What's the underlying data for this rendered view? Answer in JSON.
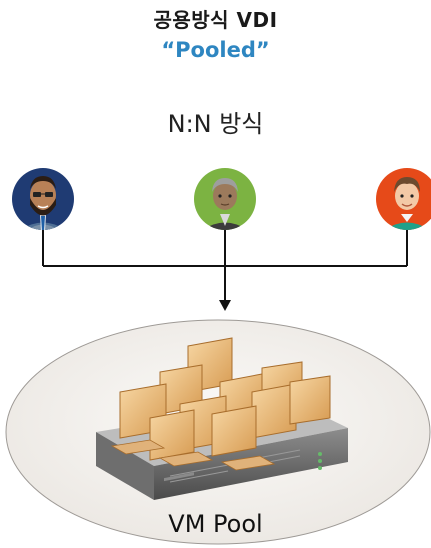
{
  "header": {
    "title": "공용방식 VDI",
    "subtitle": "“Pooled”",
    "mode": "N:N 방식"
  },
  "users": [
    {
      "name": "user-avatar-bearded",
      "color": "#1f3b73"
    },
    {
      "name": "user-avatar-gray-hair",
      "color": "#7cb342"
    },
    {
      "name": "user-avatar-red-bg",
      "color": "#e64a19"
    }
  ],
  "pool": {
    "label": "VM Pool"
  },
  "colors": {
    "accent": "#2e86c1",
    "line": "#111111",
    "pool_fill": "#f3f1ee"
  }
}
